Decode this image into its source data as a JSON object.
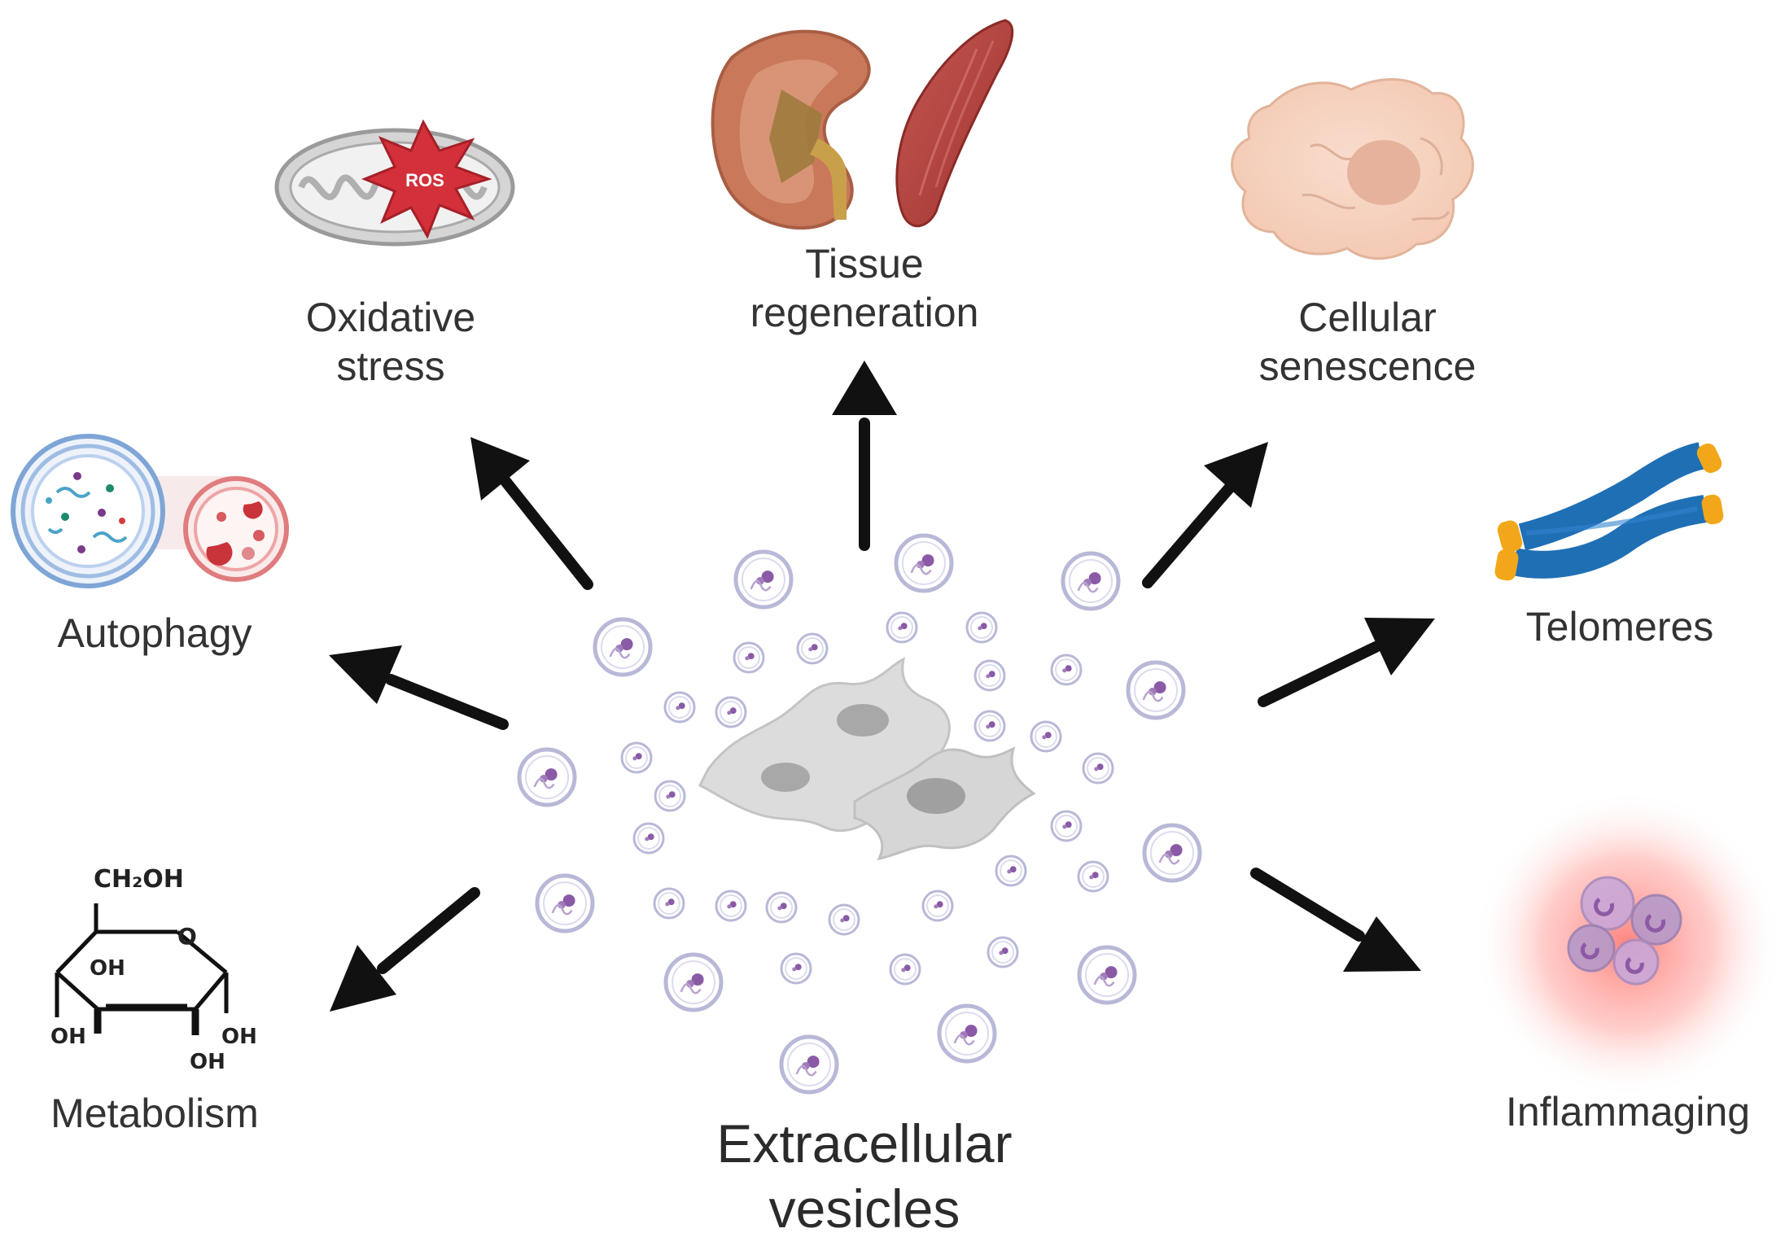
{
  "center": {
    "line1": "Extracellular",
    "line2": "vesicles"
  },
  "outcomes": {
    "tissue_regeneration": {
      "line1": "Tissue",
      "line2": "regeneration",
      "icon": "kidney-and-muscle"
    },
    "oxidative_stress": {
      "line1": "Oxidative",
      "line2": "stress",
      "icon": "mitochondrion-ros"
    },
    "cellular_senescence": {
      "line1": "Cellular",
      "line2": "senescence",
      "icon": "senescent-cell"
    },
    "autophagy": {
      "line1": "Autophagy",
      "icon": "autophagosome-lysosome-fusion"
    },
    "telomeres": {
      "line1": "Telomeres",
      "icon": "chromosome-telomeres"
    },
    "metabolism": {
      "line1": "Metabolism",
      "icon": "glucose-structure"
    },
    "inflammaging": {
      "line1": "Inflammaging",
      "icon": "inflamed-immune-cells"
    }
  },
  "glucose": {
    "ch2oh": "CH₂OH",
    "ring_o": "O",
    "oh": "OH"
  },
  "ros_badge": "ROS",
  "colors": {
    "arrow": "#111111",
    "kidney": "#c9785a",
    "muscle": "#b4433e",
    "mito": "#c8c8c8",
    "ros": "#d3303a",
    "cell": "#f7d3c0",
    "telomere_body": "#1f6fb5",
    "telomere_cap": "#f2a61a",
    "autophagy_blue": "#6f9cd0",
    "autophagy_red": "#e0787a",
    "inflammation_glow": "#ff8a84",
    "vesicle_outline": "#b8b8d8",
    "vesicle_cargo": "#8a5aa6",
    "source_cell": "#d8d8d8"
  }
}
